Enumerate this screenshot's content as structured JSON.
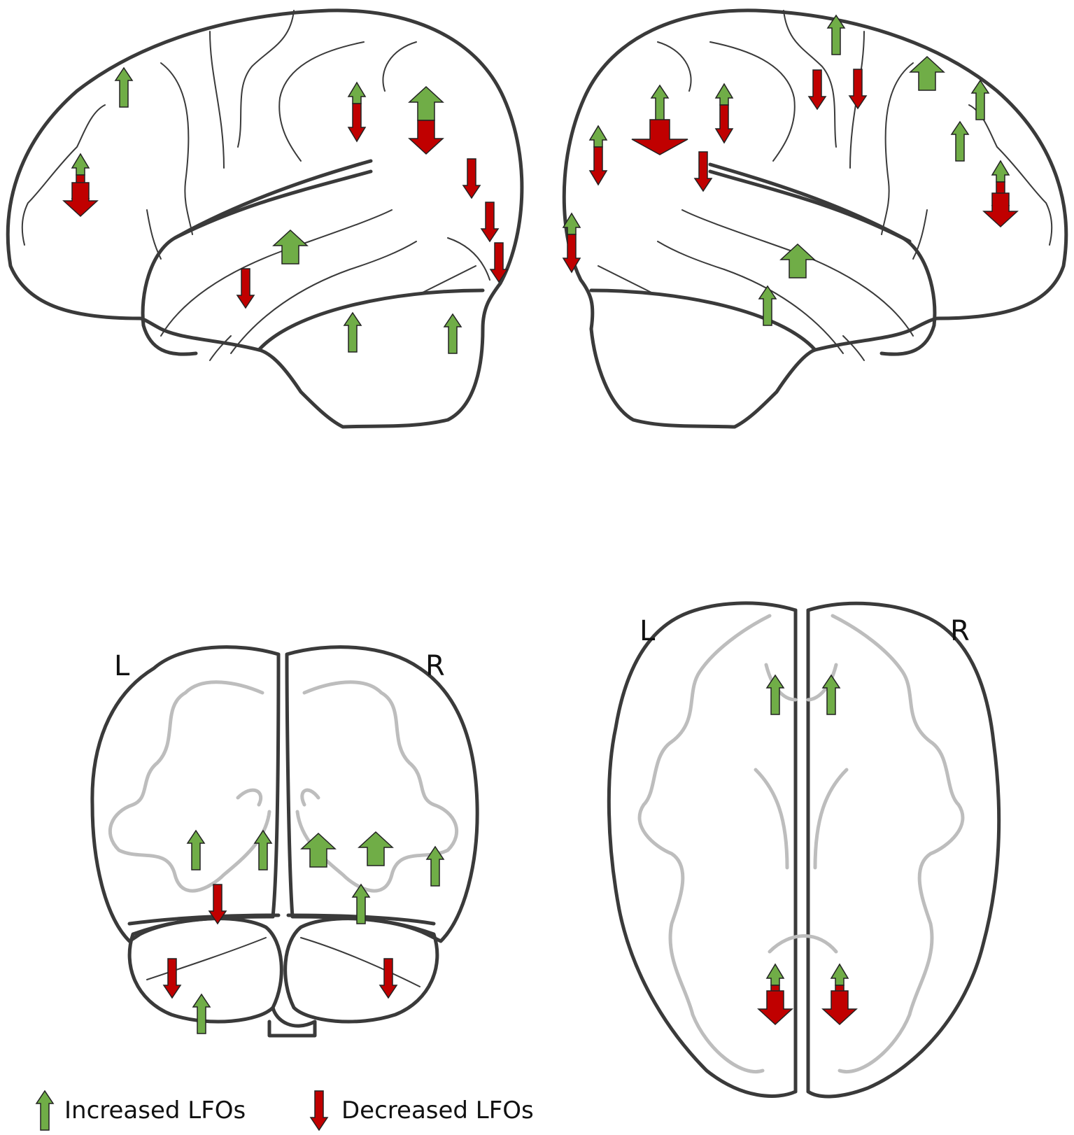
{
  "colors": {
    "increased": "#70ad47",
    "decreased": "#c00000",
    "outline": "#3a3a3a",
    "white_matter": "#bdbdbd"
  },
  "views": {
    "left_lateral": {
      "name": "left-lateral-view"
    },
    "right_lateral": {
      "name": "right-lateral-view"
    },
    "posterior": {
      "name": "posterior-view",
      "left_label": "L",
      "right_label": "R"
    },
    "axial": {
      "name": "axial-view",
      "left_label": "L",
      "right_label": "R"
    }
  },
  "legend": {
    "increased_label": "Increased LFOs",
    "decreased_label": "Decreased LFOs"
  }
}
